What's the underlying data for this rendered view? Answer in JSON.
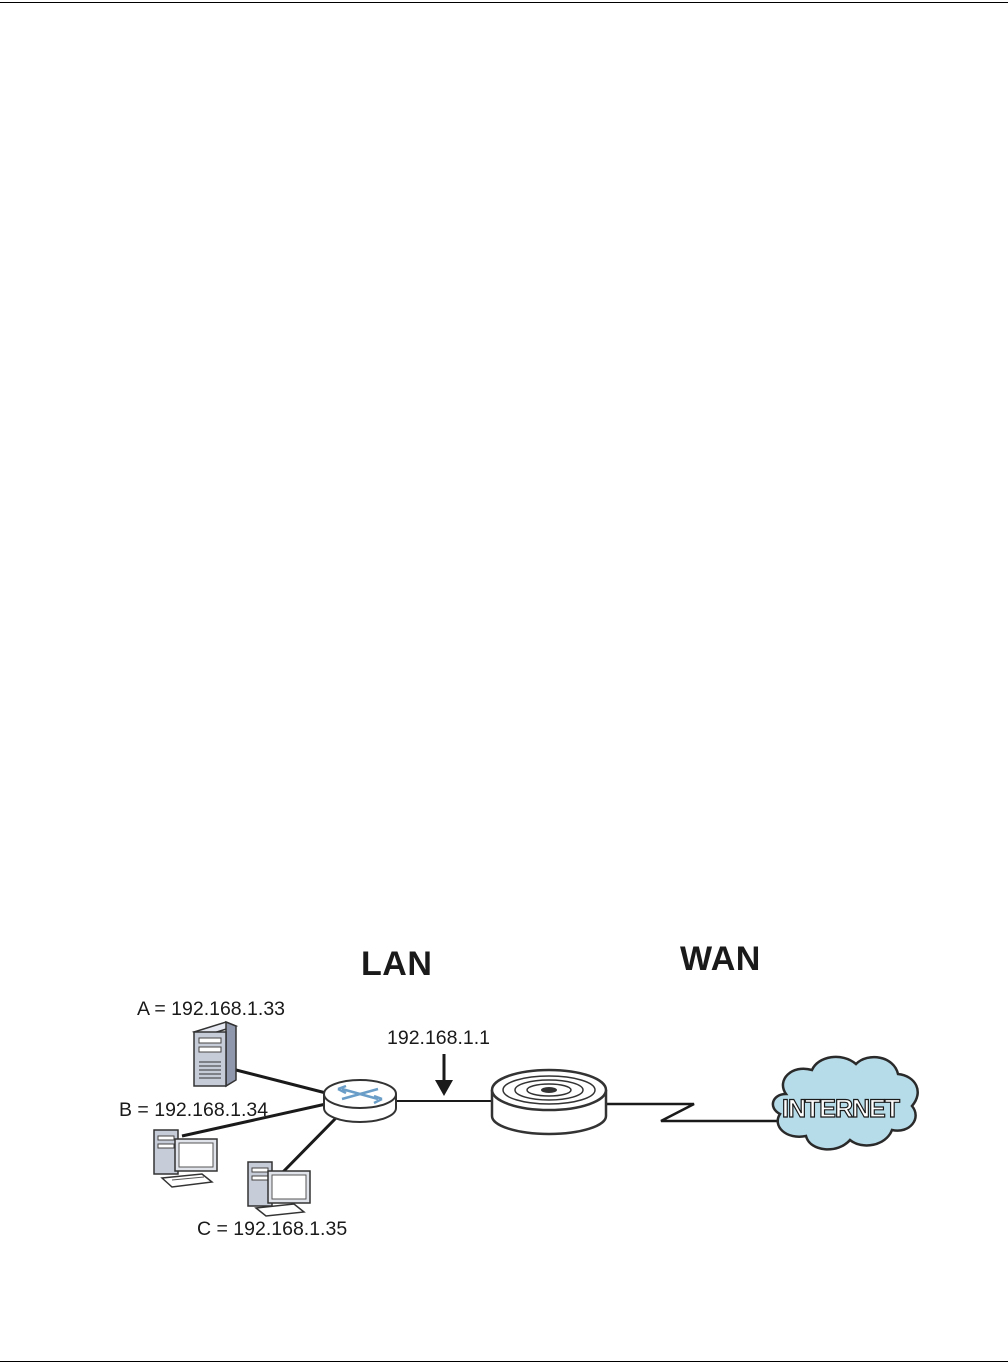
{
  "diagram": {
    "zones": {
      "lan": "LAN",
      "wan": "WAN"
    },
    "hosts": [
      {
        "id": "A",
        "label": "A = 192.168.1.33",
        "icon": "server-icon"
      },
      {
        "id": "B",
        "label": "B = 192.168.1.34",
        "icon": "desktop-computer-icon"
      },
      {
        "id": "C",
        "label": "C = 192.168.1.35",
        "icon": "desktop-computer-icon"
      }
    ],
    "router_ip": "192.168.1.1",
    "internet_label": "INTERNET",
    "colors": {
      "line": "#1a1a1a",
      "cloud_fill": "#b7dce9",
      "cloud_stroke": "#2a2a2a",
      "server_fill": "#c7ccd9",
      "monitor_screen": "#ffffff",
      "device_fill": "#ffffff"
    }
  }
}
